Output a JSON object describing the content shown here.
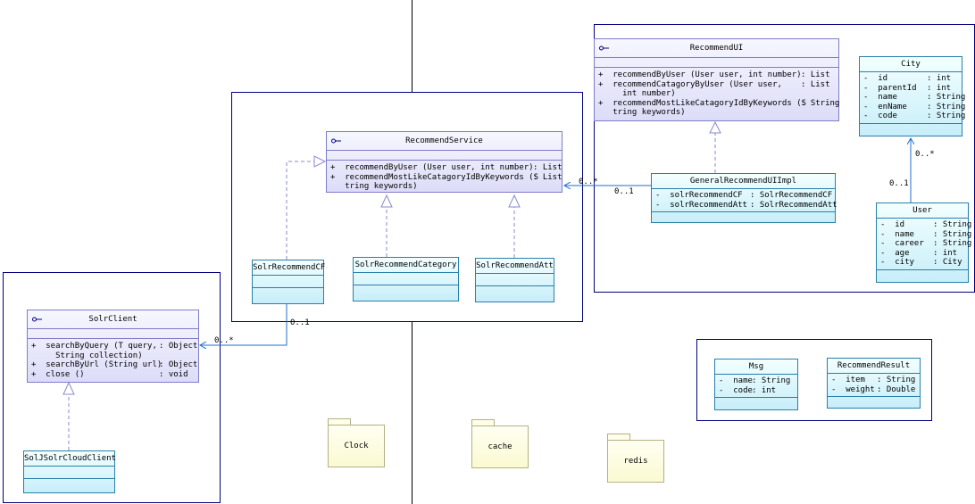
{
  "interfaces": {
    "recommend_ui": {
      "name": "RecommendUI",
      "ops": [
        {
          "sig": "+  recommendByUser (User user, int number)",
          "ret": ": List"
        },
        {
          "sig": "+  recommendCatagoryByUser (User user,",
          "ret": ": List"
        },
        {
          "sig": "     int number)",
          "ret": ""
        },
        {
          "sig": "+  recommendMostLikeCatagoryIdByKeywords (S",
          "ret": ": String"
        },
        {
          "sig": "   tring keywords)",
          "ret": ""
        }
      ]
    },
    "recommend_service": {
      "name": "RecommendService",
      "ops": [
        {
          "sig": "+  recommendByUser (User user, int number)",
          "ret": ": List"
        },
        {
          "sig": "+  recommendMostLikeCatagoryIdByKeywords (S",
          "ret": ": List"
        },
        {
          "sig": "   tring keywords)",
          "ret": ""
        }
      ]
    },
    "solr_client": {
      "name": "SolrClient",
      "ops": [
        {
          "sig": "+  searchByQuery (T query,",
          "ret": ": Object"
        },
        {
          "sig": "     String collection)",
          "ret": ""
        },
        {
          "sig": "+  searchByUrl (String url)",
          "ret": ": Object"
        },
        {
          "sig": "+  close ()",
          "ret": ": void"
        }
      ]
    }
  },
  "classes": {
    "city": {
      "name": "City",
      "attrs": [
        {
          "n": "-  id",
          "t": ": int"
        },
        {
          "n": "-  parentId",
          "t": ": int"
        },
        {
          "n": "-  name",
          "t": ": String"
        },
        {
          "n": "-  enName",
          "t": ": String"
        },
        {
          "n": "-  code",
          "t": ": String"
        }
      ]
    },
    "user": {
      "name": "User",
      "attrs": [
        {
          "n": "-  id",
          "t": ": String"
        },
        {
          "n": "-  name",
          "t": ": String"
        },
        {
          "n": "-  career",
          "t": ": String"
        },
        {
          "n": "-  age",
          "t": ": int"
        },
        {
          "n": "-  city",
          "t": ": City"
        }
      ]
    },
    "general_recommend_ui_impl": {
      "name": "GeneralRecommendUIImpl",
      "attrs": [
        {
          "n": "-  solrRecommendCF",
          "t": ": SolrRecommendCF"
        },
        {
          "n": "-  solrRecommendAtt",
          "t": ": SolrRecommendAtt"
        }
      ]
    },
    "solr_recommend_cf": {
      "name": "SolrRecommendCF"
    },
    "solr_recommend_category": {
      "name": "SolrRecommendCategory"
    },
    "solr_recommend_att": {
      "name": "SolrRecommendAtt"
    },
    "sol_j_solr_cloud_client": {
      "name": "SolJSolrCloudClient"
    },
    "msg": {
      "name": "Msg",
      "attrs": [
        {
          "n": "-  name",
          "t": ": String"
        },
        {
          "n": "-  code",
          "t": ": int"
        }
      ]
    },
    "recommend_result": {
      "name": "RecommendResult",
      "attrs": [
        {
          "n": "-  item",
          "t": ": String"
        },
        {
          "n": "-  weight",
          "t": ": Double"
        }
      ]
    }
  },
  "packages": {
    "clock": "Clock",
    "cache": "cache",
    "redis": "redis"
  },
  "multiplicities": {
    "city_user_many": "0..*",
    "city_user_one": "0..1",
    "service_impl_many": "0..*",
    "service_impl_one": "0..1",
    "cf_client_one": "0..1",
    "cf_client_many": "0..*"
  },
  "colors": {
    "interface_border": "#7d7dc9",
    "class_border": "#2a7fa8",
    "frame_border": "#000080",
    "link": "#1e6fd0",
    "package_fill": "#fafad2"
  }
}
